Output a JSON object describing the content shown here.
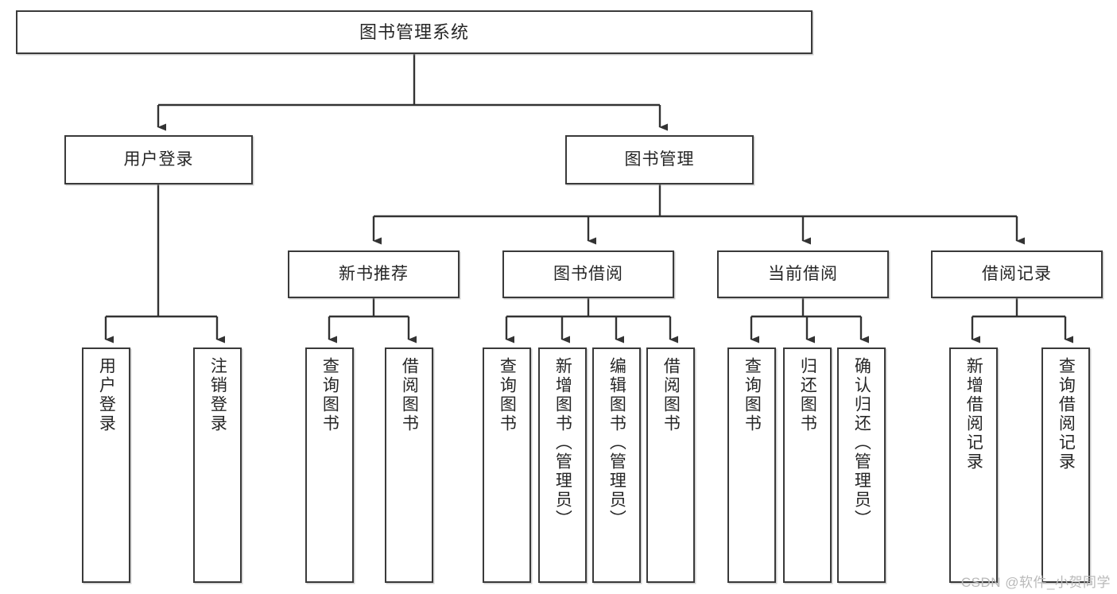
{
  "diagram": {
    "title": "图书管理系统",
    "type": "tree",
    "watermark": "CSDN @软件_小贺同学",
    "colors": {
      "box_border": "#3a3a3a",
      "box_fill": "#ffffff",
      "line": "#333333",
      "text": "#262626",
      "watermark": "#b9b9b9"
    },
    "nodes": {
      "root": {
        "label": "图书管理系统"
      },
      "level2": [
        {
          "label": "用户登录"
        },
        {
          "label": "图书管理"
        }
      ],
      "level3": [
        {
          "label": "新书推荐"
        },
        {
          "label": "图书借阅"
        },
        {
          "label": "当前借阅"
        },
        {
          "label": "借阅记录"
        }
      ],
      "leaves": {
        "user_login": [
          {
            "label": "用户登录"
          },
          {
            "label": "注销登录"
          }
        ],
        "new_book_recommend": [
          {
            "label": "查询图书"
          },
          {
            "label": "借阅图书"
          }
        ],
        "book_borrow": [
          {
            "label": "查询图书"
          },
          {
            "label": "新增图书（管理员）"
          },
          {
            "label": "编辑图书（管理员）"
          },
          {
            "label": "借阅图书"
          }
        ],
        "current_borrow": [
          {
            "label": "查询图书"
          },
          {
            "label": "归还图书"
          },
          {
            "label": "确认归还（管理员）"
          }
        ],
        "borrow_record": [
          {
            "label": "新增借阅记录"
          },
          {
            "label": "查询借阅记录"
          }
        ]
      }
    }
  }
}
